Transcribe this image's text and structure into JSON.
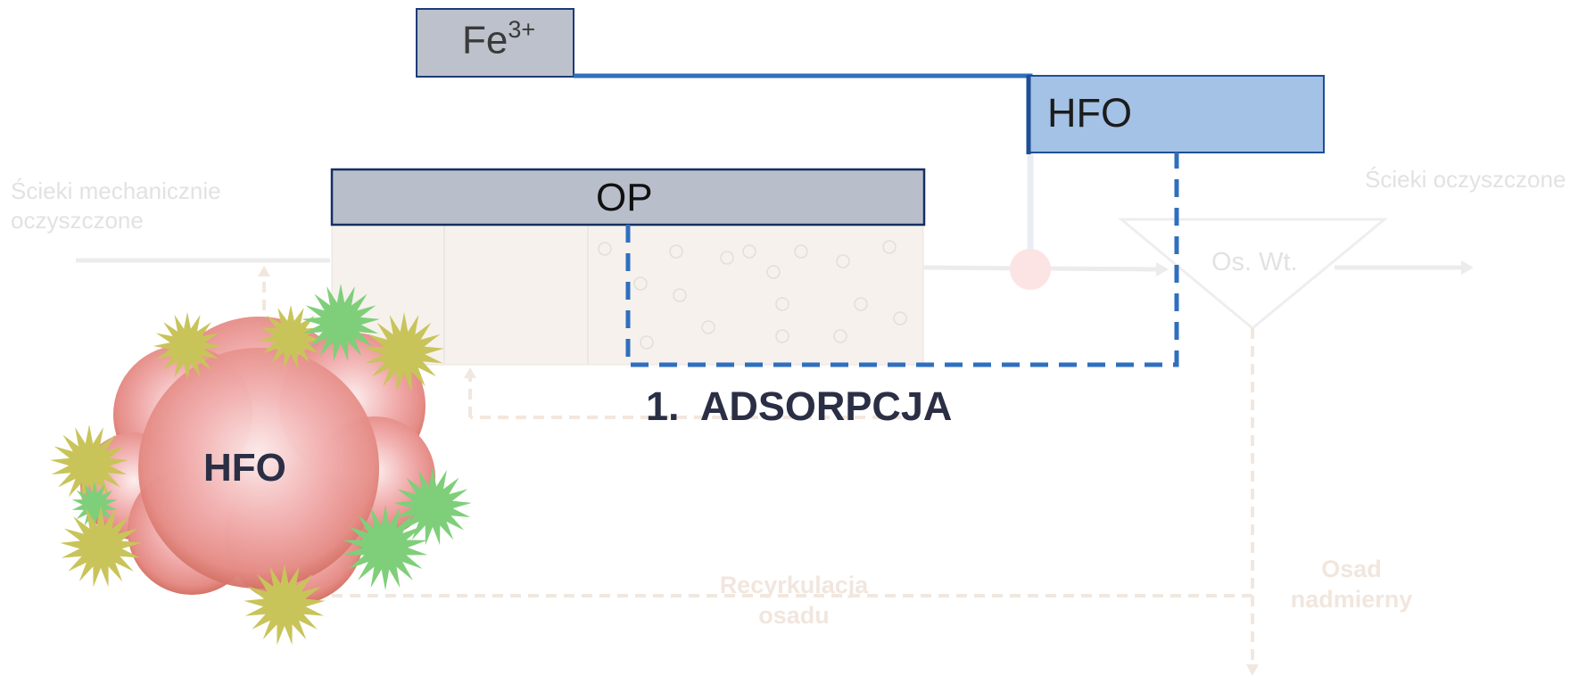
{
  "labels": {
    "fe_base": "Fe",
    "fe_sup": "3+",
    "hfo_box": "HFO",
    "op_tank": "OP",
    "inflow_line1": "Ścieki mechanicznie",
    "inflow_line2": "oczyszczone",
    "outflow": "Ścieki oczyszczone",
    "settler": "Os. Wt.",
    "stage": "1.  ADSORPCJA",
    "hfo_cloud": "HFO",
    "recirc_line1": "Recyrkulacja",
    "recirc_line2": "osadu",
    "excess_line1": "Osad",
    "excess_line2": "nadmierny"
  },
  "colors": {
    "accent_blue": "#2f6fbf",
    "hfo_fill": "#a3c2e6",
    "grey_box": "#b9bfca",
    "box_border": "#1e3a78",
    "cloud_pink": "#ec9f9f",
    "star_yellow": "#c9c45a",
    "star_green": "#7fcf7a",
    "text_dark": "#2b2f45"
  }
}
